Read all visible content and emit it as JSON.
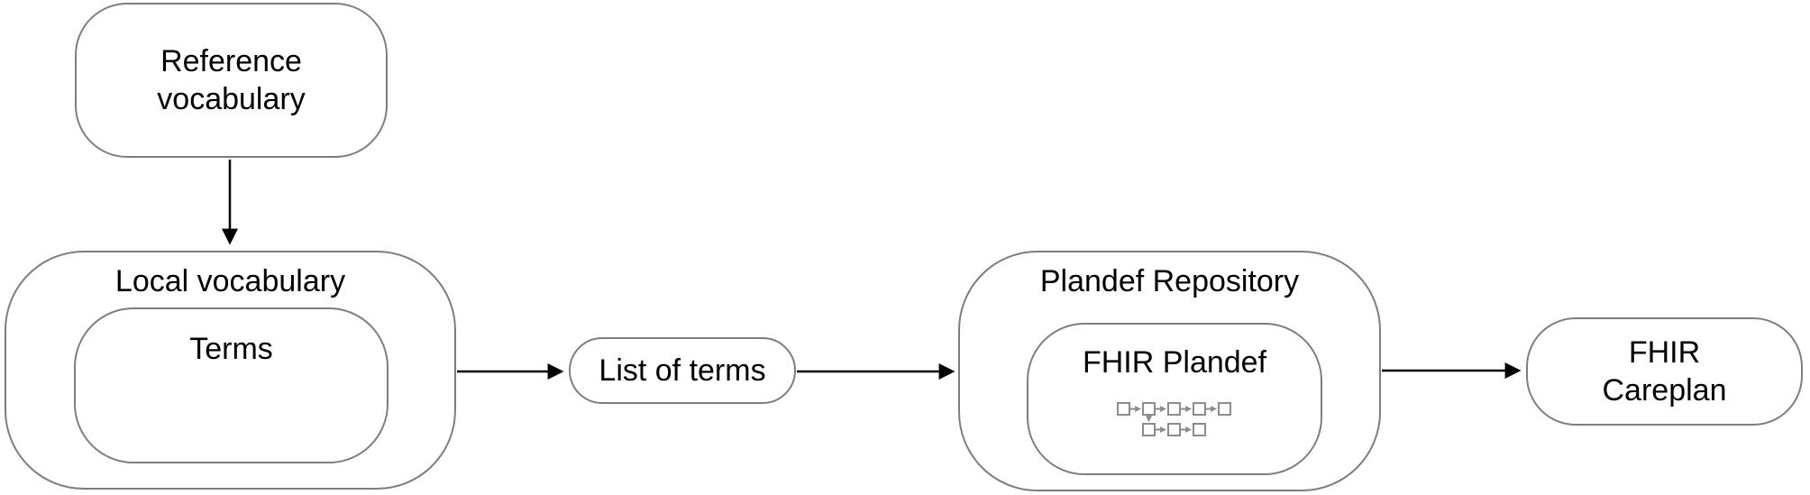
{
  "diagram": {
    "nodes": {
      "reference_vocabulary": {
        "line1": "Reference",
        "line2": "vocabulary"
      },
      "local_vocabulary": {
        "title": "Local vocabulary"
      },
      "terms": {
        "title": "Terms"
      },
      "list_of_terms": {
        "label": "List of terms"
      },
      "plandef_repository": {
        "title": "Plandef Repository"
      },
      "fhir_plandef": {
        "title": "FHIR Plandef"
      },
      "fhir_careplan": {
        "line1": "FHIR",
        "line2": "Careplan"
      }
    },
    "edges": [
      {
        "from": "reference_vocabulary",
        "to": "local_vocabulary",
        "direction": "down"
      },
      {
        "from": "local_vocabulary",
        "to": "list_of_terms",
        "direction": "right"
      },
      {
        "from": "list_of_terms",
        "to": "plandef_repository",
        "direction": "right"
      },
      {
        "from": "plandef_repository",
        "to": "fhir_careplan",
        "direction": "right"
      }
    ],
    "icons": {
      "plandef_flowchart": "plandef-structure-flowchart-icon"
    },
    "colors": {
      "background": "#ffffff",
      "border": "#7e7e7e",
      "text": "#000000",
      "arrow": "#000000",
      "icon_gray": "#8c8c8c"
    }
  }
}
